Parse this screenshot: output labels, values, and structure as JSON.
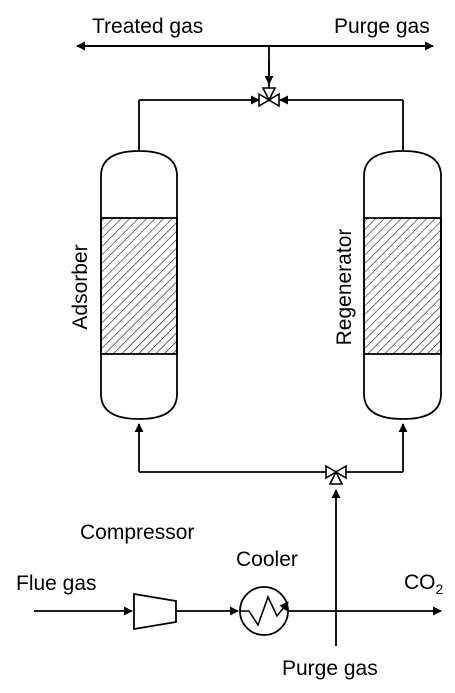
{
  "labels": {
    "treated_gas": "Treated gas",
    "purge_gas_top": "Purge gas",
    "adsorber": "Adsorber",
    "regenerator": "Regenerator",
    "compressor": "Compressor",
    "cooler": "Cooler",
    "flue_gas": "Flue gas",
    "co2_main": "CO",
    "co2_sub": "2",
    "purge_gas_bottom": "Purge gas"
  },
  "colors": {
    "line": "#000000",
    "background": "#ffffff"
  }
}
